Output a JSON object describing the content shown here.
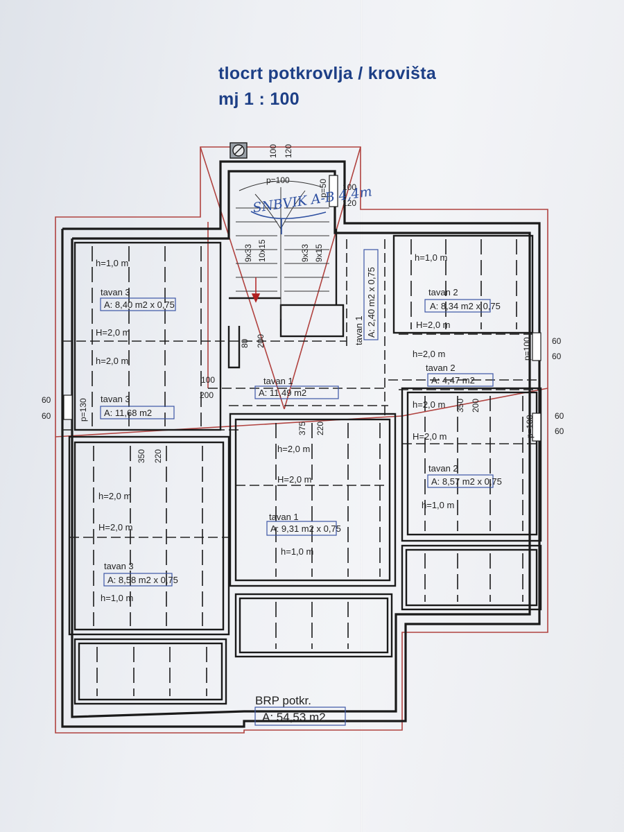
{
  "title": "tlocrt potkrovlja / krovišta",
  "scale": "mj 1 : 100",
  "rooms": [
    {
      "name": "tavan 3",
      "area": "A: 8,40 m2 x 0,75",
      "h_top": "h=1,0 m",
      "h_bottom": "H=2,0 m"
    },
    {
      "name": "tavan 3",
      "area": "A: 11,68 m2",
      "h_top": "h=2,0 m"
    },
    {
      "name": "tavan 3",
      "area": "A: 8,58 m2 x 0,75",
      "h_top": "h=2,0 m",
      "h_mid": "H=2,0 m",
      "h_bottom": "h=1,0 m"
    },
    {
      "name": "tavan 2",
      "area": "A: 8,34 m2 x 0,75",
      "h_top": "h=1,0 m",
      "h_bottom": "H=2,0 m"
    },
    {
      "name": "tavan 2",
      "area": "A: 4,47 m2",
      "h_top": "h=2,0 m"
    },
    {
      "name": "tavan 2",
      "area": "A: 8,57 m2 x 0,75",
      "h_top": "h=2,0 m",
      "h_mid": "H=2,0 m",
      "h_bottom": "h=1,0 m"
    },
    {
      "name": "tavan 1",
      "area": "A: 11,49 m2"
    },
    {
      "name": "tavan 1",
      "area": "A: 2,40 m2 x 0,75"
    },
    {
      "name": "tavan 1",
      "area": "A: 9,31 m2 x 0,75",
      "h_top": "h=2,0 m",
      "h_mid": "H=2,0 m",
      "h_bottom": "h=1,0 m"
    }
  ],
  "dimensions": {
    "chimney_w": "100",
    "chimney_h": "120",
    "stair_opening": "p=100",
    "stair_side": "p=50",
    "window_right_top_a": "100",
    "window_right_top_b": "120",
    "steps_a": "9x33",
    "steps_b": "10x15",
    "steps_c": "9x33",
    "steps_d": "9x15",
    "left_window_a": "60",
    "left_window_b": "60",
    "left_window_p": "p=130",
    "right_window1_a": "60",
    "right_window1_b": "60",
    "right_window1_p": "p=100",
    "right_window2_a": "60",
    "right_window2_b": "60",
    "right_window2_p": "p=100",
    "mid_a": "100",
    "mid_b": "200",
    "stair_80": "80",
    "stair_200": "200",
    "c_375": "375",
    "c_220": "220",
    "l_350": "350",
    "l_220": "220",
    "r_350": "350",
    "r_200": "200"
  },
  "handwriting": "SNBVIK A-B 4,4m",
  "summary": {
    "label": "BRP potkr.",
    "area": "A: 54,53 m2"
  },
  "colors": {
    "title": "#1d3f86",
    "roof_outline": "#b0423f",
    "walls": "#1a1a1a",
    "ink": "#2d4fa0"
  }
}
